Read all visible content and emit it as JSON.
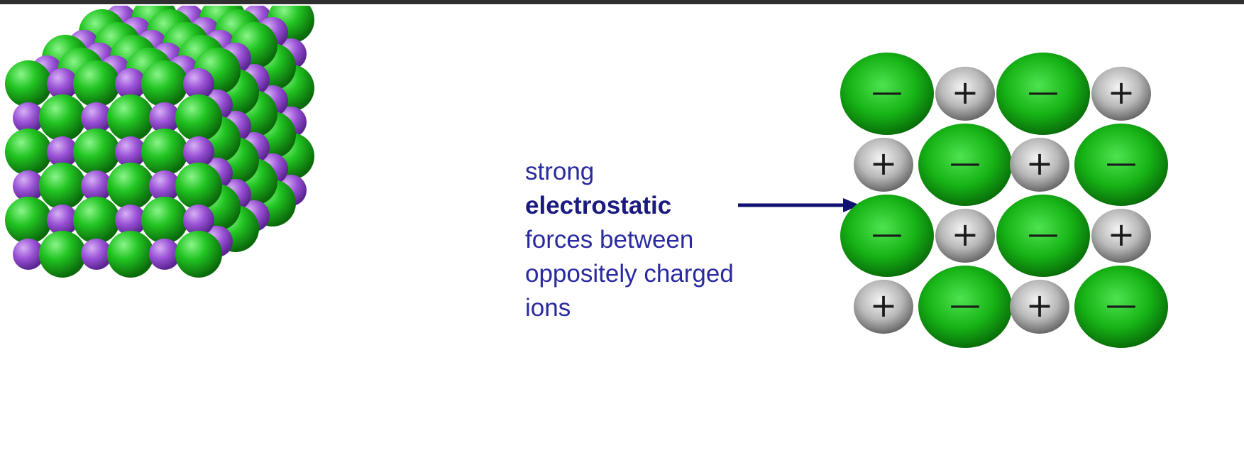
{
  "caption": {
    "line1": "strong",
    "line2": "electrostatic",
    "line3": "forces between",
    "line4": "oppositely charged",
    "line5": "ions"
  },
  "ions": {
    "negative_symbol": "—",
    "positive_symbol": "+"
  },
  "colors": {
    "green_ion": "#1fc21f",
    "purple_ion": "#9a4fd0",
    "grey_ion": "#b9b9b9",
    "caption_text": "#2a2aa0",
    "arrow": "#101070"
  },
  "ion_grid": [
    [
      "neg",
      "pos",
      "neg",
      "pos"
    ],
    [
      "pos",
      "neg",
      "pos",
      "neg"
    ],
    [
      "neg",
      "pos",
      "neg",
      "pos"
    ],
    [
      "pos",
      "neg",
      "pos",
      "neg"
    ]
  ]
}
